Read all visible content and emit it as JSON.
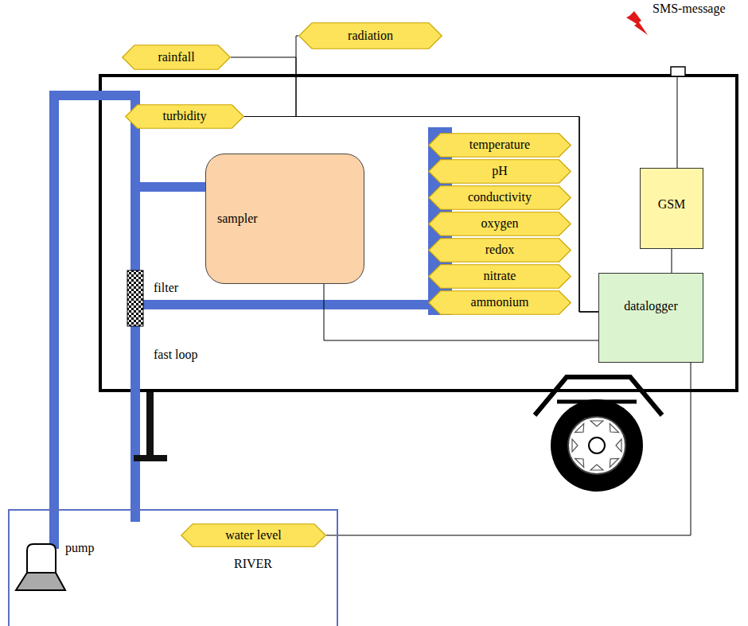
{
  "diagram": {
    "nodes": [
      {
        "text": [
          "rainfall"
        ]
      },
      {
        "text": [
          "radiation"
        ]
      },
      {
        "text": [
          "turbidity"
        ]
      },
      {
        "text": [
          "sampler"
        ]
      },
      {
        "text": [
          "temperature"
        ]
      },
      {
        "text": [
          "pH"
        ]
      },
      {
        "text": [
          "conductivity"
        ]
      },
      {
        "text": [
          "oxygen"
        ]
      },
      {
        "text": [
          "redox"
        ]
      },
      {
        "text": [
          "nitrate"
        ]
      },
      {
        "text": [
          "ammonium"
        ]
      },
      {
        "text": [
          "GSM"
        ]
      },
      {
        "text": [
          "datalogger"
        ]
      },
      {
        "text": [
          "RIVER"
        ]
      },
      {
        "text": [
          "water level"
        ],
        "in": 13
      }
    ],
    "edges": [
      {
        "from": 0,
        "to": 12,
        "arrow": "none"
      },
      {
        "from": 1,
        "to": 12,
        "arrow": "none"
      },
      {
        "from": 2,
        "to": 12,
        "arrow": "none"
      },
      {
        "from": 3,
        "to": 12,
        "arrow": "none"
      },
      {
        "from": 11,
        "to": 12,
        "arrow": "none"
      },
      {
        "from": 14,
        "to": 12,
        "arrow": "none"
      }
    ],
    "labels": [
      "SMS-message",
      "filter",
      "fast loop",
      "pump"
    ]
  }
}
